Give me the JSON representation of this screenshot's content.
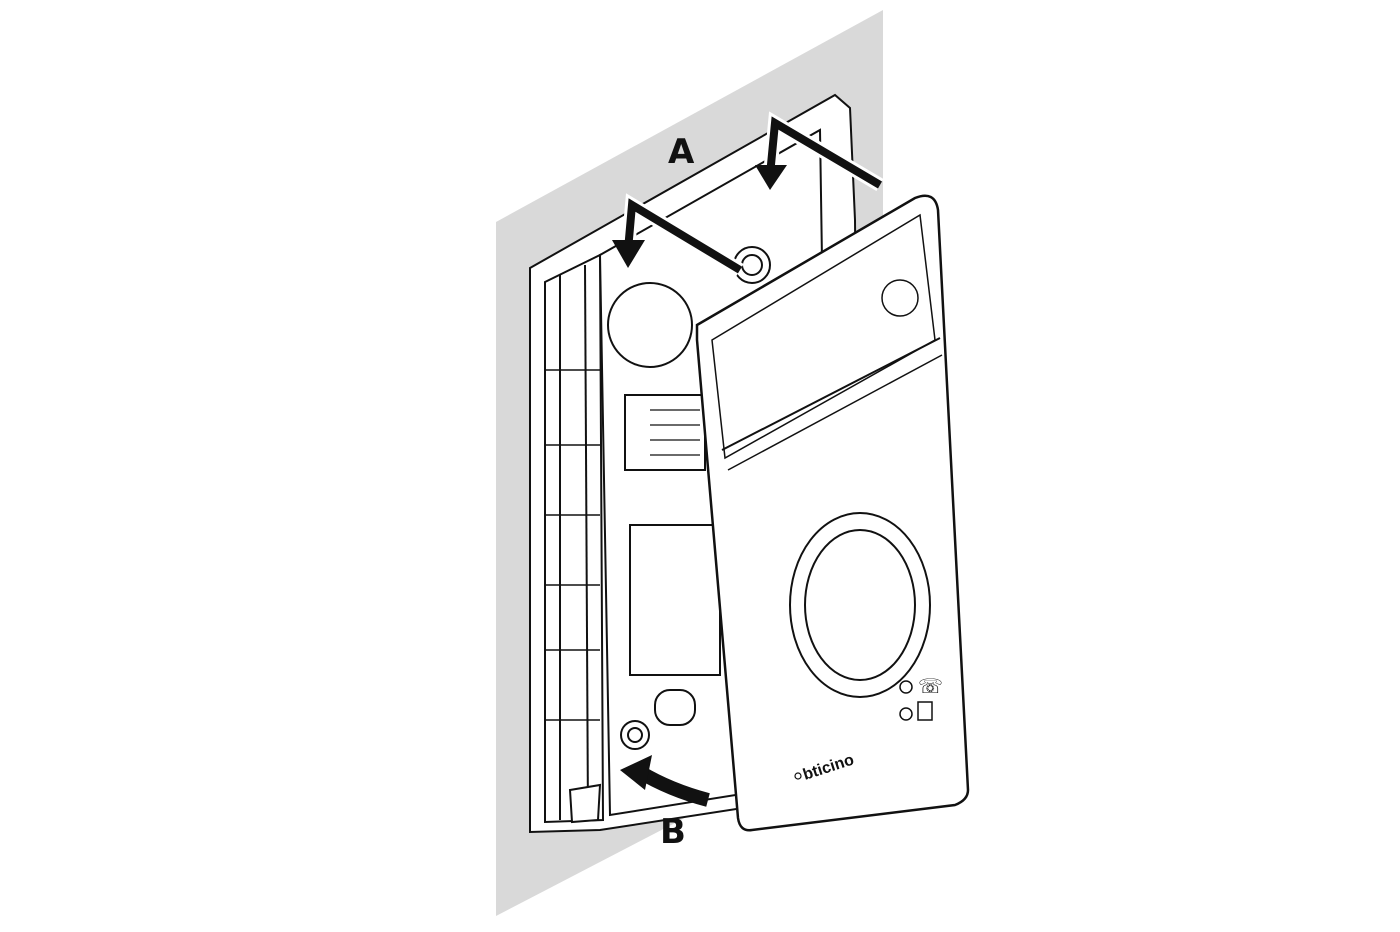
{
  "labels": {
    "a": "A",
    "b": "B"
  },
  "brand_logo": "bticino",
  "colors": {
    "wall": "#d9d9d9",
    "line": "#111111",
    "fill": "#ffffff"
  }
}
